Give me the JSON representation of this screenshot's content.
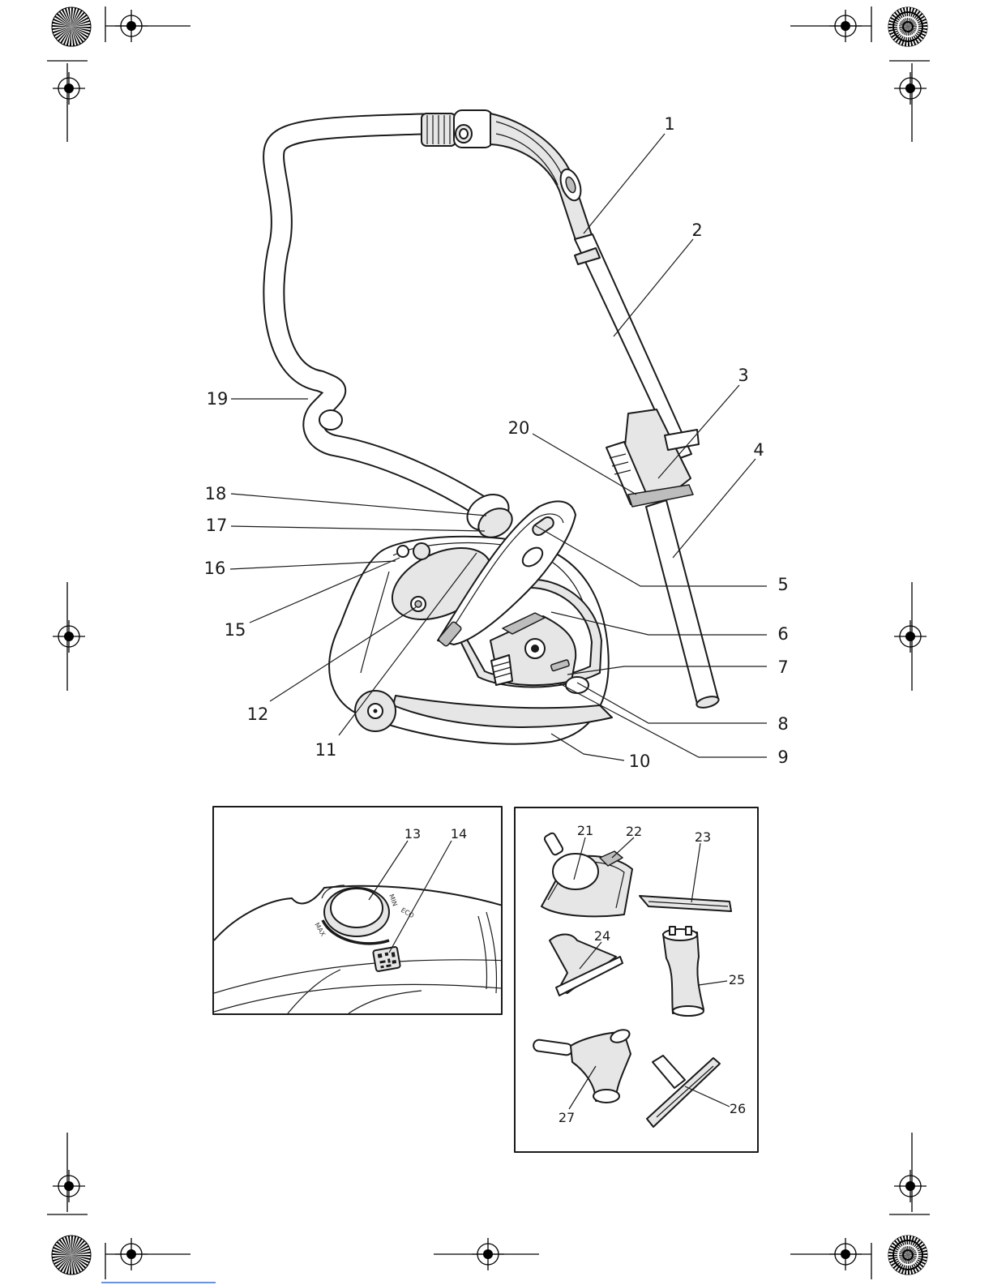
{
  "callouts_main": [
    "1",
    "2",
    "3",
    "4",
    "5",
    "6",
    "7",
    "8",
    "9",
    "10",
    "11",
    "12",
    "15",
    "16",
    "17",
    "18",
    "19",
    "20"
  ],
  "callouts_inset_left": [
    "13",
    "14"
  ],
  "callouts_inset_right": [
    "21",
    "22",
    "23",
    "24",
    "25",
    "26",
    "27"
  ],
  "dial": {
    "max": "MAX",
    "min": "MIN",
    "eco": "ECO"
  },
  "colors": {
    "line": "#1a1a1a",
    "panel_fill": "#ffffff",
    "shade": "#e6e6e6"
  }
}
